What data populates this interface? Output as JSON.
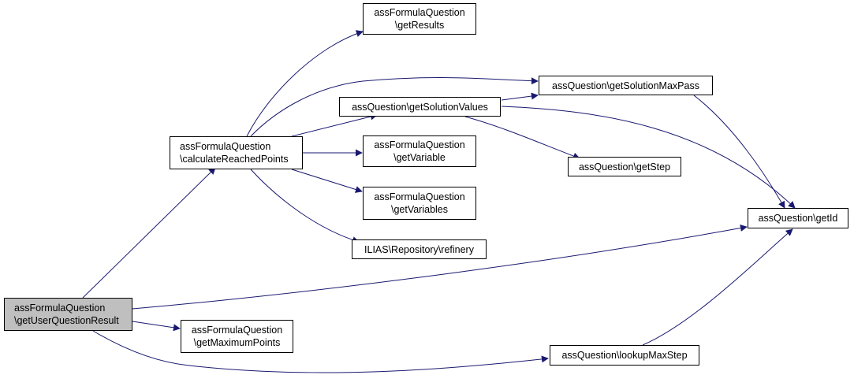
{
  "graph": {
    "colors": {
      "edge": "#191970",
      "node_border": "#000000",
      "node_fill": "#ffffff",
      "root_fill": "#bfbfbf"
    },
    "nodes": {
      "root": {
        "lines": [
          "assFormulaQuestion",
          "\\getUserQuestionResult"
        ],
        "highlighted": true
      },
      "calc": {
        "lines": [
          "assFormulaQuestion",
          "\\calculateReachedPoints"
        ]
      },
      "getResults": {
        "lines": [
          "assFormulaQuestion",
          "\\getResults"
        ]
      },
      "solutionValues": {
        "lines": [
          "assQuestion\\getSolutionValues"
        ]
      },
      "solutionMaxPass": {
        "lines": [
          "assQuestion\\getSolutionMaxPass"
        ]
      },
      "getVariable": {
        "lines": [
          "assFormulaQuestion",
          "\\getVariable"
        ]
      },
      "getVariables": {
        "lines": [
          "assFormulaQuestion",
          "\\getVariables"
        ]
      },
      "getStep": {
        "lines": [
          "assQuestion\\getStep"
        ]
      },
      "refinery": {
        "lines": [
          "ILIAS\\Repository\\refinery"
        ]
      },
      "getId": {
        "lines": [
          "assQuestion\\getId"
        ]
      },
      "maxPoints": {
        "lines": [
          "assFormulaQuestion",
          "\\getMaximumPoints"
        ]
      },
      "lookupMaxStep": {
        "lines": [
          "assQuestion\\lookupMaxStep"
        ]
      }
    },
    "edges": [
      [
        "root",
        "calc"
      ],
      [
        "root",
        "getId"
      ],
      [
        "root",
        "maxPoints"
      ],
      [
        "root",
        "lookupMaxStep"
      ],
      [
        "calc",
        "getResults"
      ],
      [
        "calc",
        "solutionMaxPass"
      ],
      [
        "calc",
        "solutionValues"
      ],
      [
        "calc",
        "getVariable"
      ],
      [
        "calc",
        "getVariables"
      ],
      [
        "calc",
        "refinery"
      ],
      [
        "solutionValues",
        "solutionMaxPass"
      ],
      [
        "solutionValues",
        "getId"
      ],
      [
        "solutionValues",
        "getStep"
      ],
      [
        "solutionMaxPass",
        "getId"
      ],
      [
        "lookupMaxStep",
        "getId"
      ]
    ]
  }
}
